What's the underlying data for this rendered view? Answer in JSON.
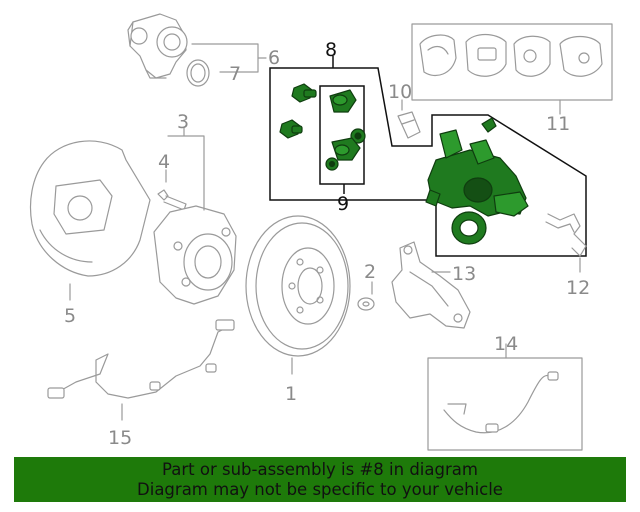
{
  "diagram": {
    "labels": {
      "p1": "1",
      "p2": "2",
      "p3": "3",
      "p4": "4",
      "p5": "5",
      "p6": "6",
      "p7": "7",
      "p8": "8",
      "p9": "9",
      "p10": "10",
      "p11": "11",
      "p12": "12",
      "p13": "13",
      "p14": "14",
      "p15": "15"
    },
    "colors": {
      "highlight_fill": "#1f7a1f",
      "highlight_dark": "#0f3d0f",
      "outline_gray": "#9a9a9a",
      "box_black": "#111111"
    }
  },
  "banner": {
    "line1": "Part or sub-assembly is #8 in diagram",
    "line2": "Diagram may not be specific to your vehicle",
    "background": "#1e7a0a",
    "text_color": "#111111"
  }
}
